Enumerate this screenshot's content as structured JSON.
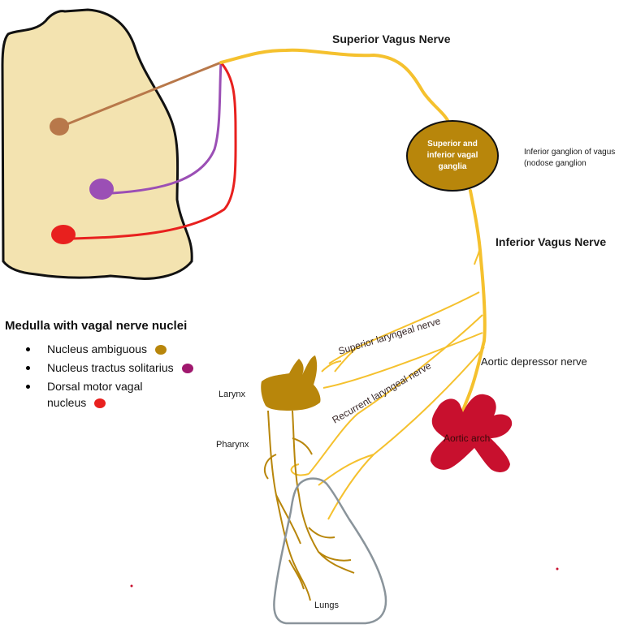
{
  "colors": {
    "medulla_fill": "#f3e3b0",
    "vagus_nerve": "#f5c12e",
    "ganglion_fill": "#b8860b",
    "nucleus_ambiguous": "#b8784a",
    "nucleus_tractus_solitarius": "#9b4fb5",
    "dorsal_motor": "#e8201e",
    "larynx_pharynx": "#b8860b",
    "lungs_outline": "#8a949b",
    "aortic_arch": "#c8102e"
  },
  "labels": {
    "superior_vagus": "Superior Vagus Nerve",
    "inferior_vagus": "Inferior Vagus Nerve",
    "ganglia": "Superior and inferior vagal ganglia",
    "inferior_ganglion_line1": "Inferior ganglion of vagus",
    "inferior_ganglion_line2": "(nodose ganglion",
    "superior_laryngeal": "Superior laryngeal nerve",
    "recurrent_laryngeal": "Recurrent laryngeal nerve",
    "aortic_depressor": "Aortic depressor nerve",
    "aortic_arch": "Aortic arch",
    "larynx": "Larynx",
    "pharynx": "Pharynx",
    "lungs": "Lungs"
  },
  "legend": {
    "title": "Medulla with vagal nerve nuclei",
    "items": [
      {
        "label": "Nucleus ambiguous",
        "color": "#b8860b"
      },
      {
        "label": "Nucleus tractus solitarius",
        "color": "#a0186e"
      },
      {
        "label": "Dorsal motor vagal nucleus",
        "color": "#e8201e"
      }
    ]
  }
}
